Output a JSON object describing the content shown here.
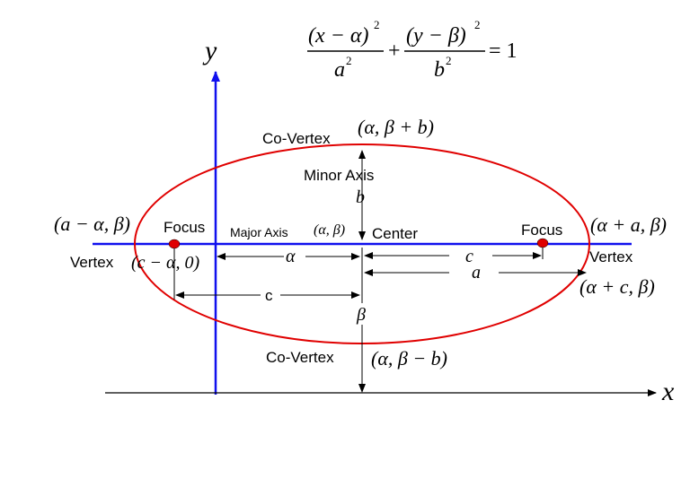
{
  "equation": {
    "num1": "(x − α)",
    "exp1": "2",
    "den1": "a",
    "den1_exp": "2",
    "plus": "+",
    "num2": "(y − β)",
    "exp2": "2",
    "den2": "b",
    "den2_exp": "2",
    "rhs": "= 1"
  },
  "axes": {
    "x_label": "x",
    "y_label": "y"
  },
  "labels": {
    "co_vertex_top": "Co-Vertex",
    "co_vertex_top_coord": "(α, β + b)",
    "minor_axis": "Minor Axis",
    "minor_b": "b",
    "left_vertex_coord": "(a − α, β)",
    "focus_left": "Focus",
    "major_axis": "Major Axis",
    "center_coord": "(α, β)",
    "center": "Center",
    "focus_right": "Focus",
    "right_vertex_coord": "(α + a, β)",
    "vertex_left": "Vertex",
    "left_focus_coord": "(c − α, 0)",
    "alpha": "α",
    "c_upper": "c",
    "vertex_right": "Vertex",
    "a_label": "a",
    "right_focus_coord": "(α + c, β)",
    "c_lower": "c",
    "beta": "β",
    "co_vertex_bottom": "Co-Vertex",
    "co_vertex_bottom_coord": "(α, β − b)"
  },
  "colors": {
    "ellipse": "#e00000",
    "axis_blue": "#1010ee",
    "focus_dot": "#e00000",
    "ink": "#000000"
  }
}
